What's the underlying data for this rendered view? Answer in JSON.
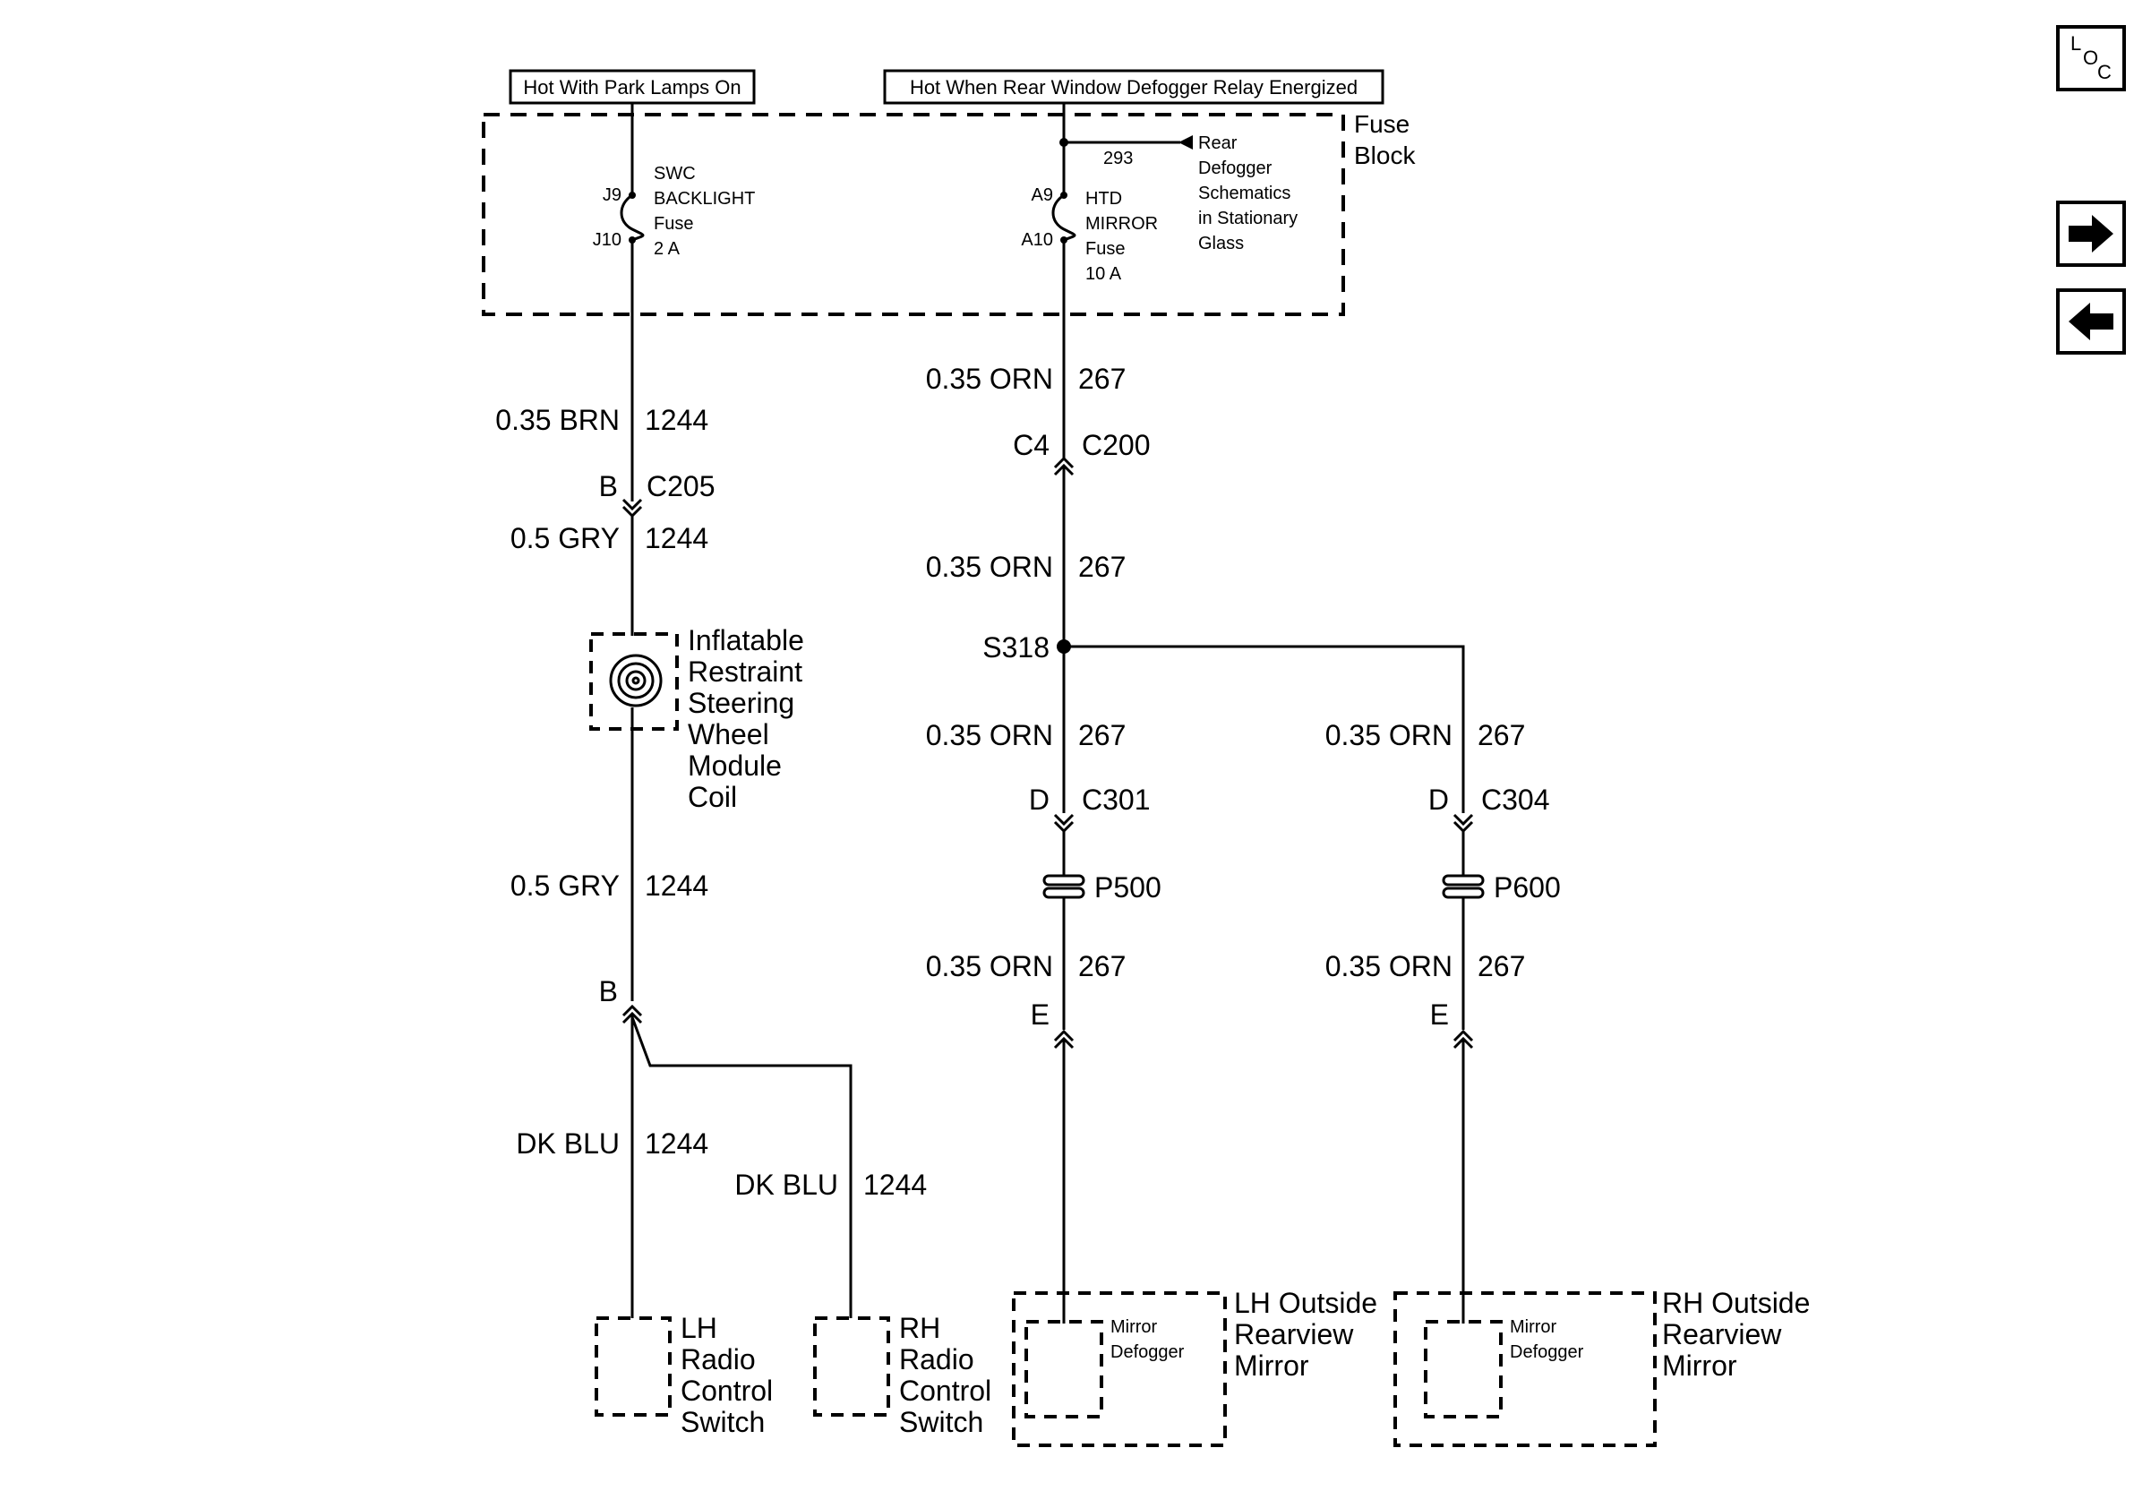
{
  "banners": {
    "park_lamps": "Hot With Park Lamps On",
    "defogger_relay": "Hot When Rear Window Defogger Relay Energized"
  },
  "fuse_block": {
    "label_line1": "Fuse",
    "label_line2": "Block",
    "swc_fuse": {
      "pin_top": "J9",
      "pin_bottom": "J10",
      "lines": [
        "SWC",
        "BACKLIGHT",
        "Fuse",
        "2 A"
      ]
    },
    "htd_fuse": {
      "pin_top": "A9",
      "pin_bottom": "A10",
      "lines": [
        "HTD",
        "MIRROR",
        "Fuse",
        "10 A"
      ]
    },
    "ref_circuit": "293",
    "ref_lines": [
      "Rear",
      "Defogger",
      "Schematics",
      "in Stationary",
      "Glass"
    ]
  },
  "left_branch": {
    "wire1": {
      "size_color": "0.35 BRN",
      "circuit": "1244"
    },
    "conn1": {
      "pin": "B",
      "name": "C205"
    },
    "wire2": {
      "size_color": "0.5 GRY",
      "circuit": "1244"
    },
    "coil_lines": [
      "Inflatable",
      "Restraint",
      "Steering",
      "Wheel",
      "Module",
      "Coil"
    ],
    "wire3": {
      "size_color": "0.5 GRY",
      "circuit": "1244"
    },
    "conn2": {
      "pin": "B"
    },
    "wire4": {
      "size_color": "DK BLU",
      "circuit": "1244"
    },
    "wire5": {
      "size_color": "DK BLU",
      "circuit": "1244"
    },
    "lh_switch_lines": [
      "LH",
      "Radio",
      "Control",
      "Switch"
    ],
    "rh_switch_lines": [
      "RH",
      "Radio",
      "Control",
      "Switch"
    ]
  },
  "mirror_branch": {
    "wire1": {
      "size_color": "0.35 ORN",
      "circuit": "267"
    },
    "conn1": {
      "pin": "C4",
      "name": "C200"
    },
    "wire2": {
      "size_color": "0.35 ORN",
      "circuit": "267"
    },
    "splice": "S318",
    "lh": {
      "wire1": {
        "size_color": "0.35 ORN",
        "circuit": "267"
      },
      "conn": {
        "pin": "D",
        "name": "C301"
      },
      "pass_through": "P500",
      "wire2": {
        "size_color": "0.35 ORN",
        "circuit": "267"
      },
      "conn2": {
        "pin": "E"
      },
      "inner_lines": [
        "Mirror",
        "Defogger"
      ],
      "outer_lines": [
        "LH Outside",
        "Rearview",
        "Mirror"
      ]
    },
    "rh": {
      "wire1": {
        "size_color": "0.35 ORN",
        "circuit": "267"
      },
      "conn": {
        "pin": "D",
        "name": "C304"
      },
      "pass_through": "P600",
      "wire2": {
        "size_color": "0.35 ORN",
        "circuit": "267"
      },
      "conn2": {
        "pin": "E"
      },
      "inner_lines": [
        "Mirror",
        "Defogger"
      ],
      "outer_lines": [
        "RH Outside",
        "Rearview",
        "Mirror"
      ]
    }
  },
  "nav": {
    "loc_letters": [
      "L",
      "O",
      "C"
    ],
    "forward_icon": "arrow-right-icon",
    "back_icon": "arrow-left-icon"
  }
}
